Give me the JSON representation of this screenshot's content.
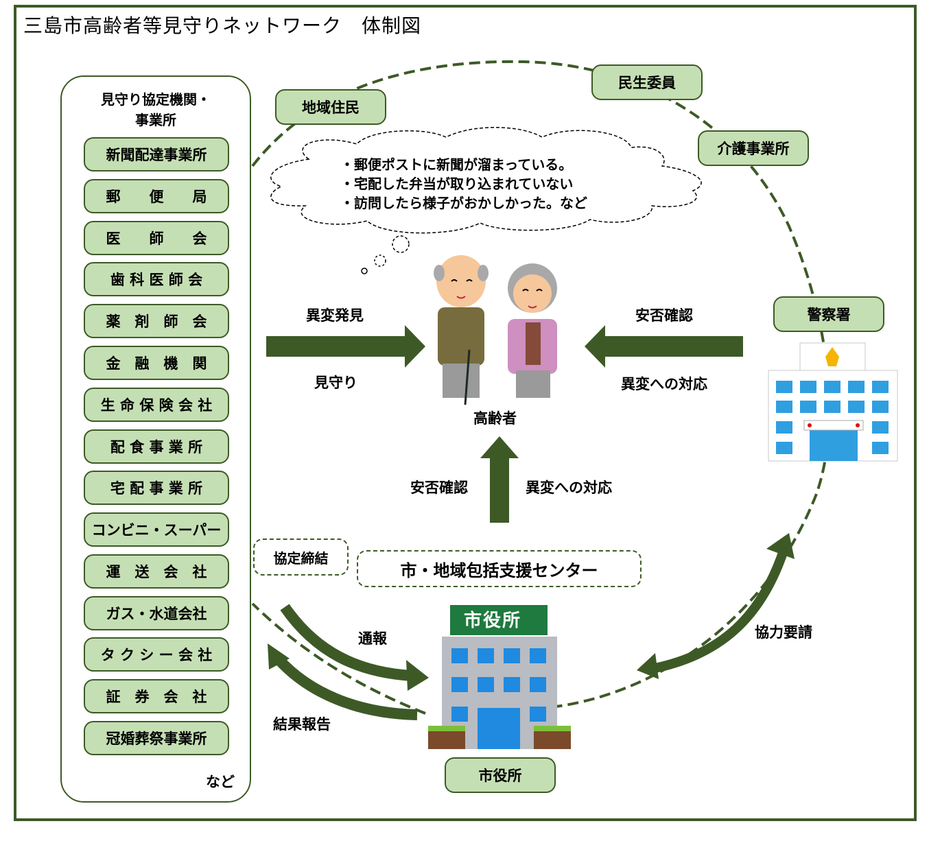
{
  "title": "三島市高齢者等見守りネットワーク　体制図",
  "colors": {
    "frame": "#3d5a26",
    "node_fill": "#c5dfb4",
    "arrow": "#3d5a26"
  },
  "organizations": {
    "heading_line1": "見守り協定機関・",
    "heading_line2": "事業所",
    "items": [
      "新聞配達事業所",
      "郵　　便　　局",
      "医　　師　　会",
      "歯 科 医 師 会",
      "薬　剤　師　会",
      "金　融　機　関",
      "生 命 保 険 会 社",
      "配 食 事 業 所",
      "宅 配 事 業 所",
      "コンビニ・スーパー",
      "運　送　会　社",
      "ガス・水道会社",
      "タ ク シ ー 会 社",
      "証　券　会　社",
      "冠婚葬祭事業所"
    ],
    "etc": "など"
  },
  "circle_nodes": {
    "residents": "地域住民",
    "welfare_commissioner": "民生委員",
    "care_office": "介護事業所",
    "police": "警察署",
    "city_hall": "市役所"
  },
  "thought_cloud": {
    "lines": [
      "・郵便ポストに新聞が溜まっている。",
      "・宅配した弁当が取り込まれていない",
      "・訪問したら様子がおかしかった。など"
    ]
  },
  "elderly_label": "高齢者",
  "arrows": {
    "left_top": "異変発見",
    "left_bottom": "見守り",
    "right_top": "安否確認",
    "right_bottom": "異変への対応",
    "up_left": "安否確認",
    "up_right": "異変への対応",
    "report": "通報",
    "result_report": "結果報告",
    "cooperation": "協力要請"
  },
  "agreement_label": "協定締結",
  "support_center": "市・地域包括支援センター",
  "city_hall_sign": "市役所"
}
